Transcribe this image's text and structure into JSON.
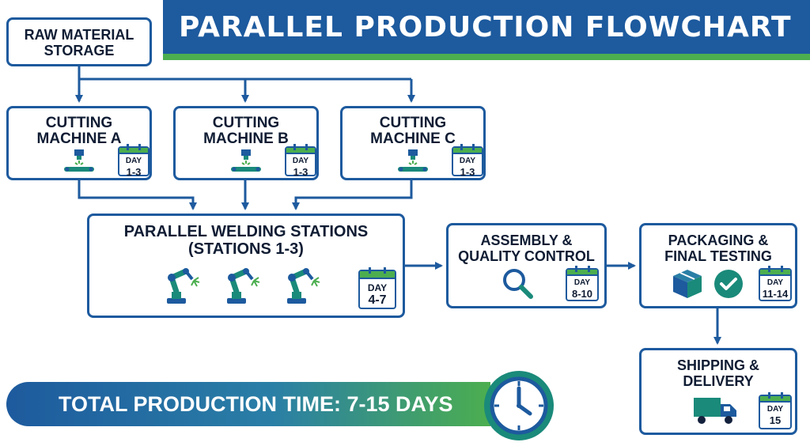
{
  "title": "PARALLEL PRODUCTION FLOWCHART",
  "nodes": {
    "raw_material": {
      "line1": "RAW MATERIAL",
      "line2": "STORAGE"
    },
    "cutting_a": {
      "line1": "CUTTING",
      "line2": "MACHINE A",
      "day_label": "DAY",
      "day_range": "1-3"
    },
    "cutting_b": {
      "line1": "CUTTING",
      "line2": "MACHINE B",
      "day_label": "DAY",
      "day_range": "1-3"
    },
    "cutting_c": {
      "line1": "CUTTING",
      "line2": "MACHINE C",
      "day_label": "DAY",
      "day_range": "1-3"
    },
    "welding": {
      "line1": "PARALLEL WELDING STATIONS",
      "line2": "(STATIONS 1-3)",
      "day_label": "DAY",
      "day_range": "4-7"
    },
    "assembly": {
      "line1": "ASSEMBLY &",
      "line2": "QUALITY CONTROL",
      "day_label": "DAY",
      "day_range": "8-10"
    },
    "packaging": {
      "line1": "PACKAGING &",
      "line2": "FINAL TESTING",
      "day_label": "DAY",
      "day_range": "11-14"
    },
    "shipping": {
      "line1": "SHIPPING &",
      "line2": "DELIVERY",
      "day_label": "DAY",
      "day_range": "15"
    }
  },
  "icons": {
    "cutting": "laser-cutter-icon",
    "welding": "robot-arm-welder-icon",
    "assembly": "magnifying-glass-icon",
    "packaging_box": "package-box-icon",
    "packaging_check": "checkmark-circle-icon",
    "shipping": "delivery-truck-icon",
    "total": "clock-icon",
    "calendar": "calendar-icon"
  },
  "total": {
    "text": "TOTAL PRODUCTION TIME: 7-15 DAYS"
  },
  "colors": {
    "primary_blue": "#1d5a9e",
    "accent_green": "#4cae4f",
    "teal": "#1a8a7a",
    "text_dark": "#0f1c33"
  }
}
